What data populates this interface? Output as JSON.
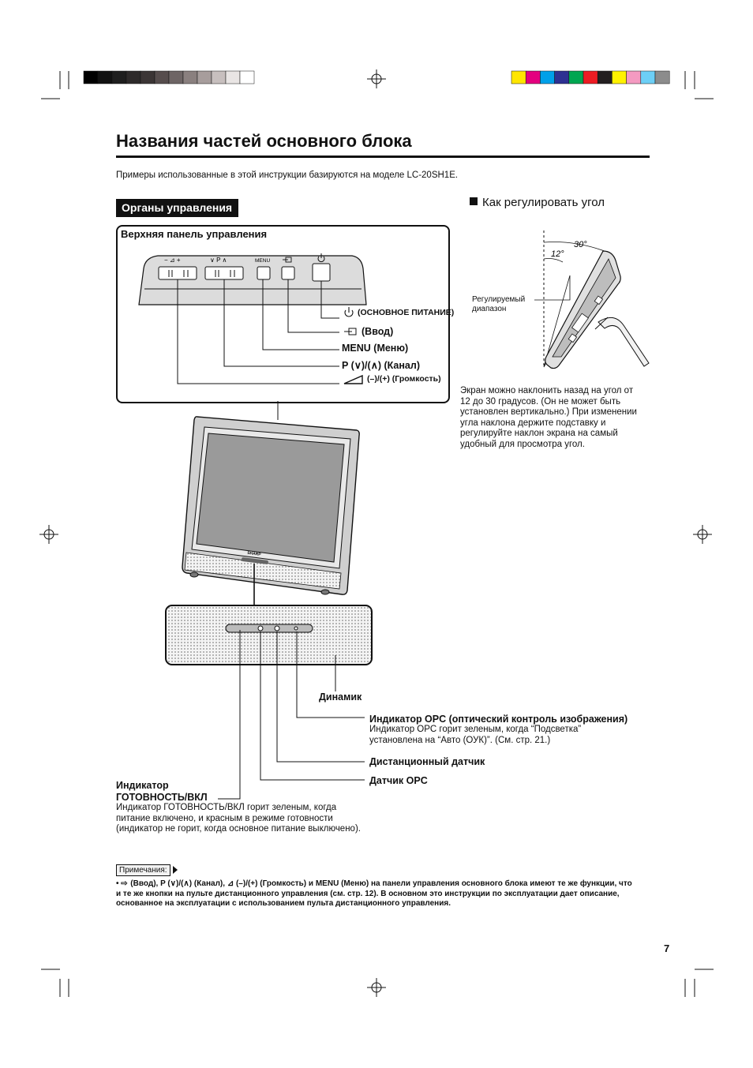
{
  "page": {
    "title": "Названия частей основного блока",
    "intro": "Примеры использованные в этой инструкции базируются на моделе LC-20SH1E.",
    "page_number": "7"
  },
  "controls": {
    "section_label": "Органы управления",
    "top_panel_title": "Верхняя панель управления",
    "panel_marks": {
      "vol": "− ⊿ +",
      "ch": "∨ P ∧",
      "menu": "MENU"
    },
    "main_power": "(ОСНОВНОЕ ПИТАНИЕ)",
    "input": "(Ввод)",
    "menu": "MENU (Меню)",
    "channel": "P (∨)/(∧) (Канал)",
    "volume": "(–)/(+) (Громкость)"
  },
  "front": {
    "speaker": "Динамик",
    "opc_indicator_title": "Индикатор OPC (оптический контроль изображения)",
    "opc_indicator_text": [
      "Индикатор OPC горит зеленым, когда “Подсветка”",
      "установлена на “Авто (ОУК)”. (См. стр. 21.)"
    ],
    "remote_sensor": "Дистанционный датчик",
    "opc_sensor": "Датчик OPC",
    "power_indicator_title": [
      "Индикатор",
      "ГОТОВНОСТЬ/ВКЛ"
    ],
    "power_indicator_text": [
      "Индикатор ГОТОВНОСТЬ/ВКЛ горит зеленым, когда",
      "питание включено, и красным в режиме готовности",
      "(индикатор не горит, когда основное питание выключено)."
    ],
    "brand": "SHARP"
  },
  "angle": {
    "heading": "Как регулировать угол",
    "range_label": [
      "Регулируемый",
      "диапазон"
    ],
    "angle_12": "12°",
    "angle_30": "30°",
    "text": [
      "Экран можно наклонить назад на угол от",
      "12 до 30 градусов. (Он не может быть",
      "установлен вертикально.) При изменении",
      "угла наклона держите подставку и",
      "регулируйте наклон экрана на самый",
      "удобный для просмотра угол."
    ]
  },
  "notes": {
    "label": "Примечания:",
    "bullet": "•",
    "text": "(Ввод), P (∨)/(∧) (Канал), ⊿ (–)/(+) (Громкость) и MENU (Меню) на панели управления основного блока имеют те же функции, что и те же кнопки на пульте дистанционного управления (см. стр. 12). В основном это инструкции по эксплуатации дает описание, основанное на эксплуатации с использованием пульта дистанционного управления."
  },
  "colors": {
    "gray_bar": [
      "#000000",
      "#111111",
      "#1e1e1e",
      "#2d2a2a",
      "#3b3535",
      "#564d4d",
      "#6e6565",
      "#8a807f",
      "#a79d9c",
      "#c7bfbe",
      "#e9e5e4",
      "#ffffff"
    ],
    "color_bar": [
      "#ffe600",
      "#e4007f",
      "#00a0e9",
      "#2e3192",
      "#00a651",
      "#ed1c24",
      "#231f20",
      "#fff200",
      "#f49ac1",
      "#6dcff6",
      "#8c8c8c"
    ]
  }
}
